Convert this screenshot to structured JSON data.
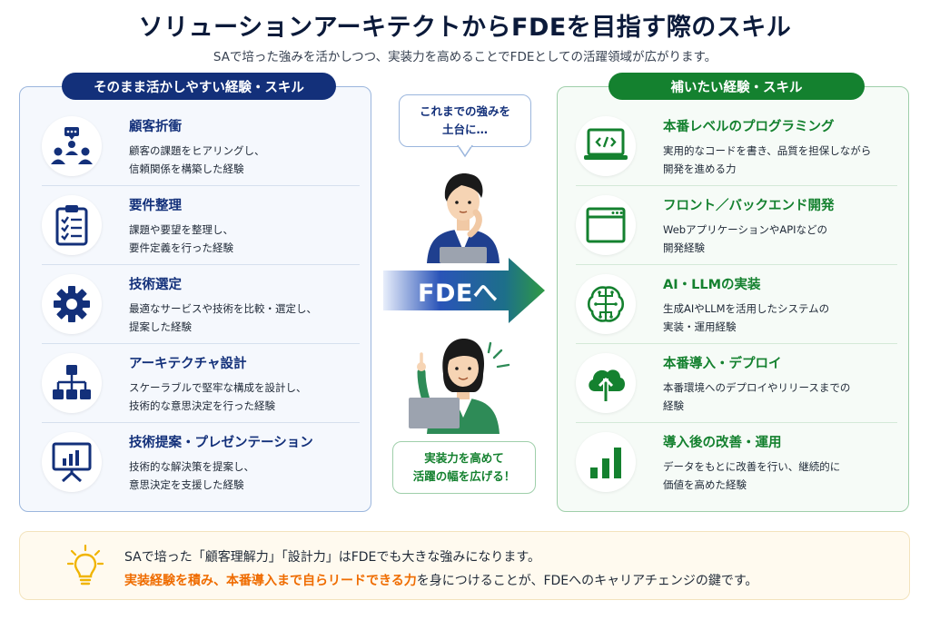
{
  "title": "ソリューションアーキテクトからFDEを目指す際のスキル",
  "subtitle": "SAで培った強みを活かしつつ、実装力を高めることでFDEとしての活躍領域が広がります。",
  "left_panel": {
    "header": "そのまま活かしやすい経験・スキル",
    "color": "#13307a",
    "items": [
      {
        "title": "顧客折衝",
        "desc1": "顧客の課題をヒアリングし、",
        "desc2": "信頼関係を構築した経験",
        "icon": "people-chat-icon"
      },
      {
        "title": "要件整理",
        "desc1": "課題や要望を整理し、",
        "desc2": "要件定義を行った経験",
        "icon": "clipboard-icon"
      },
      {
        "title": "技術選定",
        "desc1": "最適なサービスや技術を比較・選定し、",
        "desc2": "提案した経験",
        "icon": "gear-icon"
      },
      {
        "title": "アーキテクチャ設計",
        "desc1": "スケーラブルで堅牢な構成を設計し、",
        "desc2": "技術的な意思決定を行った経験",
        "icon": "hierarchy-icon"
      },
      {
        "title": "技術提案・プレゼンテーション",
        "desc1": "技術的な解決策を提案し、",
        "desc2": "意思決定を支援した経験",
        "icon": "presentation-icon"
      }
    ]
  },
  "right_panel": {
    "header": "補いたい経験・スキル",
    "color": "#14812f",
    "items": [
      {
        "title": "本番レベルのプログラミング",
        "desc1": "実用的なコードを書き、品質を担保しながら",
        "desc2": "開発を進める力",
        "icon": "laptop-code-icon"
      },
      {
        "title": "フロント／バックエンド開発",
        "desc1": "WebアプリケーションやAPIなどの",
        "desc2": "開発経験",
        "icon": "browser-window-icon"
      },
      {
        "title": "AI・LLMの実装",
        "desc1": "生成AIやLLMを活用したシステムの",
        "desc2": "実装・運用経験",
        "icon": "brain-chip-icon"
      },
      {
        "title": "本番導入・デプロイ",
        "desc1": "本番環境へのデプロイやリリースまでの",
        "desc2": "経験",
        "icon": "cloud-upload-icon"
      },
      {
        "title": "導入後の改善・運用",
        "desc1": "データをもとに改善を行い、継続的に",
        "desc2": "価値を高めた経験",
        "icon": "bar-chart-icon"
      }
    ]
  },
  "center": {
    "bubble_top_line1": "これまでの強みを",
    "bubble_top_line2": "土台に…",
    "arrow_label": "FDEへ",
    "bubble_bottom_line1": "実装力を高めて",
    "bubble_bottom_line2": "活躍の幅を広げる！"
  },
  "footer": {
    "line1": "SAで培った「顧客理解力」「設計力」はFDEでも大きな強みになります。",
    "line2_highlight": "実装経験を積み、本番導入まで自らリードできる力",
    "line2_rest": "を身につけることが、FDEへのキャリアチェンジの鍵です。"
  },
  "colors": {
    "navy": "#13307a",
    "green": "#14812f",
    "orange": "#ef6c00"
  }
}
